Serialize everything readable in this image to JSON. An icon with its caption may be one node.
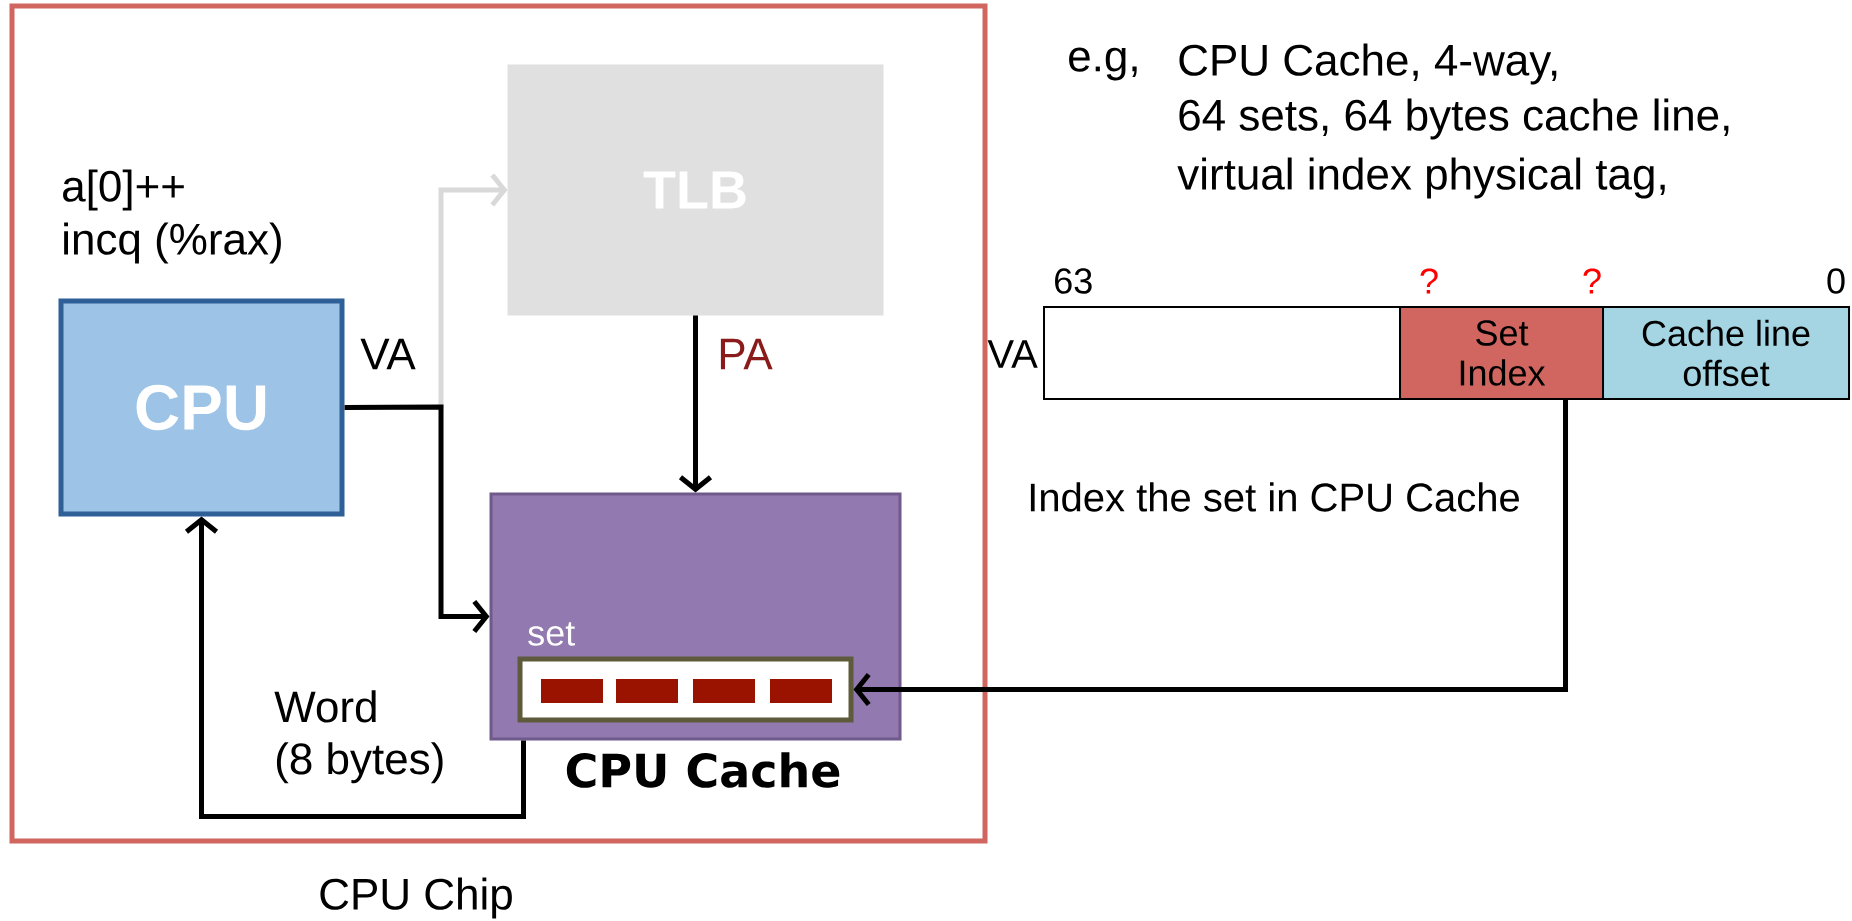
{
  "diagram": {
    "nodes": [
      {
        "text": [
          "CPU Chip"
        ]
      },
      {
        "text": [
          "CPU"
        ],
        "in": 0
      },
      {
        "text": [
          "TLB"
        ],
        "in": 0
      },
      {
        "text": [
          "CPU Cache"
        ],
        "in": 0
      },
      {
        "text": [],
        "shape": "box",
        "in": 3,
        "beside": [
          "set"
        ]
      },
      {
        "text": [],
        "shape": "box",
        "beside": [
          "VA"
        ]
      },
      {
        "text": [
          "Set Index"
        ]
      },
      {
        "text": [
          "Cache line offset"
        ]
      }
    ],
    "edges": [
      {
        "from": 1,
        "to": 2,
        "arrow": "to",
        "color": "#d9d9d9"
      },
      {
        "from": 1,
        "to": 3,
        "arrow": "to",
        "label": "VA"
      },
      {
        "from": 2,
        "to": 3,
        "arrow": "to",
        "label": "PA"
      },
      {
        "from": 3,
        "to": 1,
        "arrow": "to",
        "label": "Word (8 bytes)"
      },
      {
        "from": 6,
        "to": 4,
        "arrow": "to"
      }
    ],
    "labels": [
      "a[0]++",
      "incq (%rax)",
      "e.g,",
      "CPU Cache, 4-way,",
      "64 sets, 64 bytes cache line,",
      "virtual index physical tag,",
      "63",
      "?",
      "?",
      "0",
      "Index the set in CPU Cache"
    ]
  }
}
